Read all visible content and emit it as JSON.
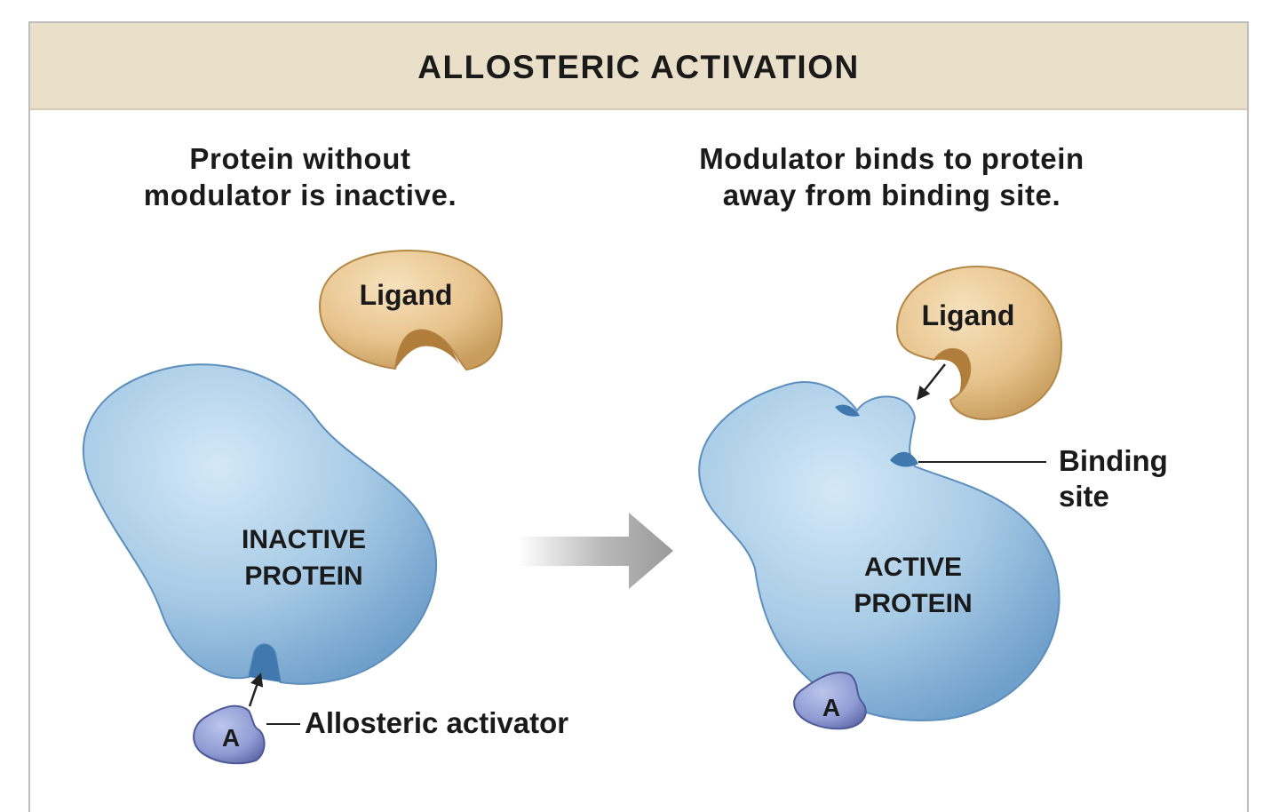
{
  "title": "ALLOSTERIC ACTIVATION",
  "left_panel": {
    "heading_line1": "Protein without",
    "heading_line2": "modulator is inactive.",
    "ligand_label": "Ligand",
    "protein_label_line1": "INACTIVE",
    "protein_label_line2": "PROTEIN",
    "activator_letter": "A",
    "activator_callout": "Allosteric activator"
  },
  "right_panel": {
    "heading_line1": "Modulator binds to protein",
    "heading_line2": "away from binding site.",
    "ligand_label": "Ligand",
    "protein_label_line1": "ACTIVE",
    "protein_label_line2": "PROTEIN",
    "activator_letter": "A",
    "binding_site_line1": "Binding",
    "binding_site_line2": "site"
  },
  "colors": {
    "header_bg": "#eadfc8",
    "protein": "#a8cbe6",
    "ligand": "#e8c48e",
    "activator": "#8f9bd3",
    "arrow": "#a9a9a9"
  }
}
